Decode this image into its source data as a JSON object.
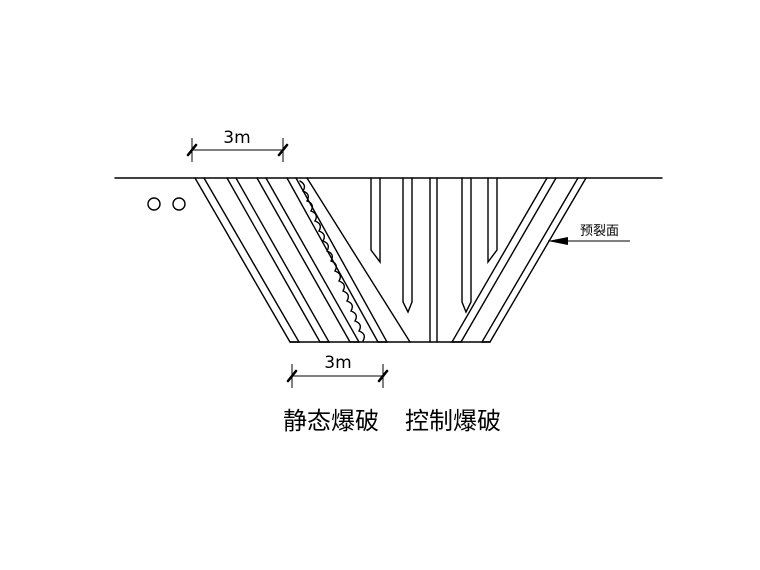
{
  "dimensions": {
    "top": {
      "label": "3m"
    },
    "bottom": {
      "label": "3m"
    }
  },
  "labels": {
    "presplit_face": "预裂面",
    "static_blasting": "静态爆破",
    "controlled_blasting": "控制爆破"
  }
}
